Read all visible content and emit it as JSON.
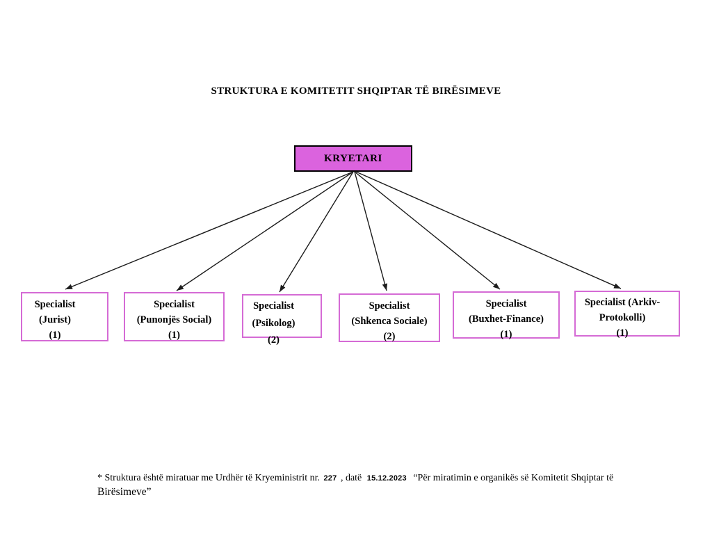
{
  "page": {
    "title": "STRUKTURA E KOMITETIT SHQIPTAR TË BIRËSIMEVE"
  },
  "chart": {
    "type": "org-chart",
    "root": {
      "label": "KRYETARI",
      "fill": "#db63de",
      "border_color": "#000000"
    },
    "node_border_color": "#d56bd5",
    "arrow_color": "#1c1c1c",
    "nodes": [
      {
        "lines": [
          "Specialist",
          "(Jurist)",
          "(1)"
        ]
      },
      {
        "lines": [
          "Specialist",
          "(Punonjës Social)",
          "(1)"
        ]
      },
      {
        "lines": [
          "Specialist",
          "(Psikolog)",
          "(2)"
        ]
      },
      {
        "lines": [
          "Specialist",
          "(Shkenca Sociale)",
          "(2)"
        ]
      },
      {
        "lines": [
          "Specialist",
          "(Buxhet-Finance)",
          "(1)"
        ]
      },
      {
        "lines": [
          "Specialist (Arkiv-",
          "Protokolli)",
          "(1)"
        ]
      }
    ]
  },
  "footnote": {
    "prefix": "* Struktura është miratuar me Urdhër të Kryeministrit nr.",
    "number": "227",
    "middle": ", datë",
    "date": "15.12.2023",
    "quote_main": "“Për miratimin e organikës së Komitetit Shqiptar të",
    "quote_emph": "Birësimeve”"
  }
}
